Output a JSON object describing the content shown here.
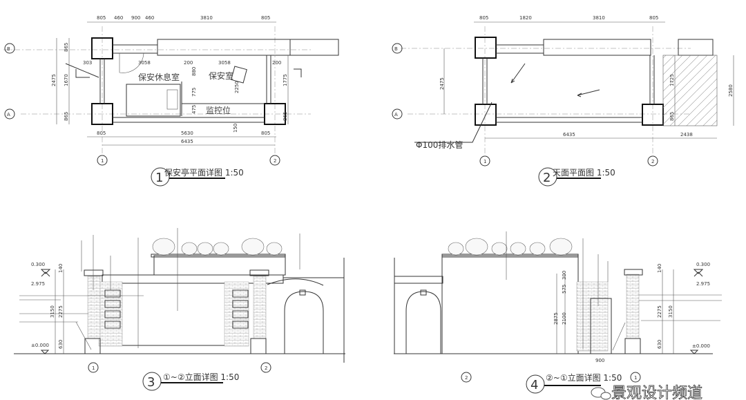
{
  "plan1": {
    "title": "保安亭平面详图 1:50",
    "number": "1",
    "axes": {
      "a": "A",
      "b": "B",
      "n1": "1",
      "n2": "2"
    },
    "top_dims": [
      "805",
      "460",
      "900",
      "460",
      "3810",
      "805"
    ],
    "bottom_dims": [
      "805",
      "5630",
      "805"
    ],
    "total": "6435",
    "left_dims": [
      "2475",
      "1670",
      "865",
      "865"
    ],
    "right_dims": [
      "1775",
      "865"
    ],
    "inner_dims": [
      "303",
      "3058",
      "200",
      "3058",
      "200",
      "880",
      "775",
      "475",
      "2250",
      "150"
    ],
    "rooms": [
      "保安休息室",
      "保安室",
      "监控位"
    ],
    "section_mark": "1"
  },
  "plan2": {
    "title": "天面平面图 1:50",
    "number": "2",
    "axes": {
      "a": "A",
      "b": "B",
      "n1": "1",
      "n2": "2"
    },
    "top_dims": [
      "805",
      "1820",
      "3810",
      "805"
    ],
    "bottom_dims": [
      "6435",
      "2438"
    ],
    "vertical_dims": [
      "2475",
      "1725",
      "865",
      "2580"
    ],
    "drain_label": "Φ100排水管"
  },
  "elev3": {
    "title": "①~②立面详图 1:50",
    "number": "3",
    "axes": {
      "n1": "1",
      "n2": "2"
    },
    "levels": [
      "0.300",
      "2.975",
      "±0.000"
    ],
    "dims": [
      "140",
      "2275",
      "3150",
      "630"
    ]
  },
  "elev4": {
    "title": "②~①立面详图 1:50",
    "number": "4",
    "axes": {
      "n1": "1",
      "n2": "2"
    },
    "levels": [
      "0.300",
      "2.975",
      "±0.000"
    ],
    "dims": [
      "140",
      "2275",
      "3150",
      "630",
      "2875",
      "2100",
      "575",
      "300",
      "900"
    ]
  },
  "watermark": "景观设计频道"
}
